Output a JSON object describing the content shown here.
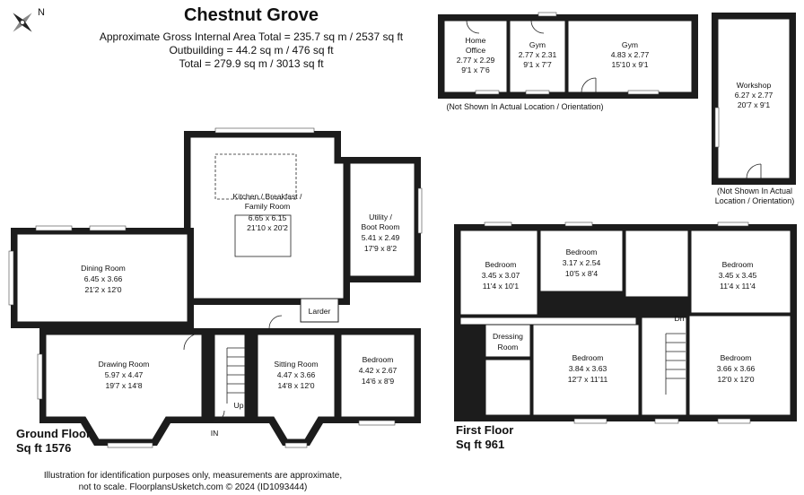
{
  "header": {
    "title": "Chestnut Grove",
    "area_lines": [
      "Approximate Gross Internal Area Total = 235.7 sq m / 2537 sq ft",
      "Outbuilding = 44.2 sq m / 476 sq ft",
      "Total = 279.9 sq m / 3013 sq ft"
    ],
    "compass_label": "N"
  },
  "ground_floor": {
    "name": "Ground Floor",
    "size": "Sq ft 1576",
    "rooms": [
      {
        "name": "Kitchen / Breakfast /",
        "name2": "Family Room",
        "metric": "6.65 x 6.15",
        "imperial": "21'10 x 20'2"
      },
      {
        "name": "Utility /",
        "name2": "Boot Room",
        "metric": "5.41 x 2.49",
        "imperial": "17'9 x 8'2"
      },
      {
        "name": "Dining Room",
        "metric": "6.45 x 3.66",
        "imperial": "21'2 x 12'0"
      },
      {
        "name": "Drawing Room",
        "metric": "5.97 x 4.47",
        "imperial": "19'7 x 14'8"
      },
      {
        "name": "Sitting Room",
        "metric": "4.47 x 3.66",
        "imperial": "14'8 x 12'0"
      },
      {
        "name": "Bedroom",
        "metric": "4.42 x 2.67",
        "imperial": "14'6 x 8'9"
      },
      {
        "name": "Larder"
      }
    ],
    "marks": {
      "up": "Up",
      "in": "IN"
    }
  },
  "first_floor": {
    "name": "First Floor",
    "size": "Sq ft 961",
    "rooms": [
      {
        "name": "Bedroom",
        "metric": "3.45 x 3.07",
        "imperial": "11'4 x 10'1"
      },
      {
        "name": "Bedroom",
        "metric": "3.17 x 2.54",
        "imperial": "10'5 x 8'4"
      },
      {
        "name": "Bedroom",
        "metric": "3.45 x 3.45",
        "imperial": "11'4 x 11'4"
      },
      {
        "name": "Dressing",
        "name2": "Room"
      },
      {
        "name": "Bedroom",
        "metric": "3.84 x 3.63",
        "imperial": "12'7 x 11'11"
      },
      {
        "name": "Bedroom",
        "metric": "3.66 x 3.66",
        "imperial": "12'0 x 12'0"
      }
    ],
    "marks": {
      "dn": "Dn"
    }
  },
  "outbuilding": {
    "rooms": [
      {
        "name": "Home",
        "name2": "Office",
        "metric": "2.77 x 2.29",
        "imperial": "9'1 x 7'6"
      },
      {
        "name": "Gym",
        "metric": "2.77 x 2.31",
        "imperial": "9'1 x 7'7"
      },
      {
        "name": "Gym",
        "metric": "4.83 x 2.77",
        "imperial": "15'10 x 9'1"
      }
    ],
    "note": "(Not Shown In Actual Location / Orientation)"
  },
  "workshop": {
    "name": "Workshop",
    "metric": "6.27 x 2.77",
    "imperial": "20'7 x 9'1",
    "note_line1": "(Not Shown In Actual",
    "note_line2": "Location / Orientation)"
  },
  "footer": {
    "line1": "Illustration for identification purposes only, measurements are approximate,",
    "line2": "not to scale. FloorplansUsketch.com © 2024 (ID1093444)"
  }
}
